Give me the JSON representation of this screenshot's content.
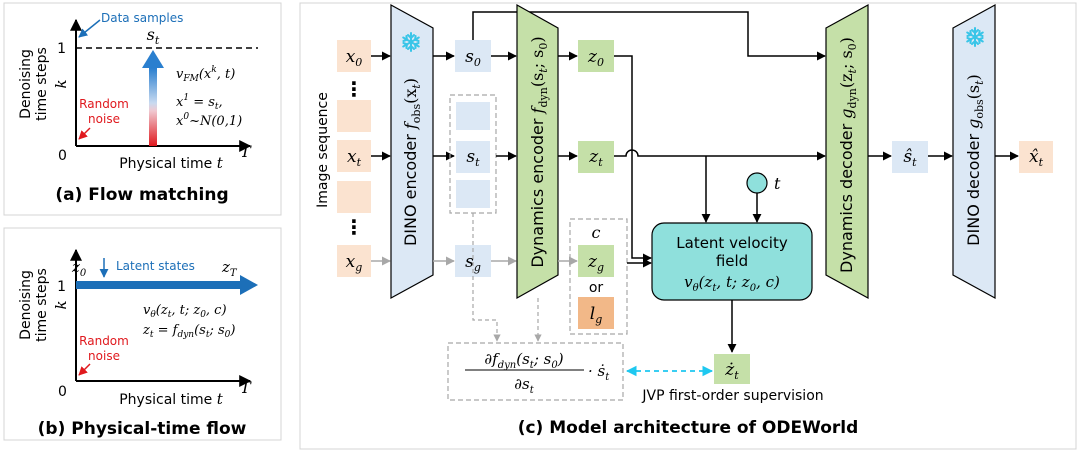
{
  "colors": {
    "orange_fill": "#fbe3d0",
    "blue_fill": "#dce8f5",
    "green_fill": "#c5e0a8",
    "teal_fill": "#8fe0dc",
    "lg_fill": "#f2b888",
    "panel_stroke": "#cfcfcf",
    "cyan_dashed": "#1ec8f0",
    "red": "#e0191e",
    "blue_arrow": "#1c6fb8",
    "snowflake": "#39c5e8"
  },
  "icons": [
    "snowflake-icon",
    "snowflake-icon"
  ],
  "panel_a": {
    "y_label_1": "Denoising",
    "y_label_2": "time steps",
    "y_label_k": "k",
    "data_samples": "Data samples",
    "s_t": "s",
    "s_t_sub": "t",
    "one": "1",
    "zero": "0",
    "T": "T",
    "v_fm": "v",
    "v_fm_sub": "FM",
    "v_fm_args": "(x",
    "v_fm_sup": "k",
    "v_fm_end": ", t)",
    "x1": "x",
    "x1_sup": "1",
    "x1_rest": " = s",
    "x1_sub": "t",
    "x1_comma": ",",
    "x0": "x",
    "x0_sup": "0",
    "x0_rest": "~N(0,1)",
    "random": "Random",
    "noise": "noise",
    "x_label": "Physical time ",
    "x_label_t": "t",
    "caption": "(a) Flow matching"
  },
  "panel_b": {
    "y_label_1": "Denoising",
    "y_label_2": "time steps",
    "y_label_k": "k",
    "z0": "z",
    "z0_sub": "0",
    "zT": "z",
    "zT_sub": "T",
    "latent_states": "Latent states",
    "one": "1",
    "zero": "0",
    "T": "T",
    "eq1": "v",
    "eq1_sub": "θ",
    "eq1_rest": "(z",
    "eq1_sub2": "t",
    "eq1_end": ", t; z",
    "eq1_sub3": "0",
    "eq1_tail": ", c)",
    "eq2": "z",
    "eq2_sub": "t",
    "eq2_mid": " = f",
    "eq2_sub2": "dyn",
    "eq2_rest": "(s",
    "eq2_sub3": "t",
    "eq2_tail": "; s",
    "eq2_sub4": "0",
    "eq2_close": ")",
    "random": "Random",
    "noise": "noise",
    "x_label": "Physical time ",
    "x_label_t": "t",
    "caption": "(b) Physical-time flow"
  },
  "panel_c": {
    "image_sequence": "Image sequence",
    "x0": "x",
    "x0_sub": "0",
    "xt": "x",
    "xt_sub": "t",
    "xg": "x",
    "xg_sub": "g",
    "dots": "⋮",
    "dino_enc": "DINO encoder ",
    "dino_enc_f": "f",
    "dino_enc_sub": "obs",
    "dino_enc_arg": "(x",
    "dino_enc_arg_sub": "t",
    "dino_enc_close": ")",
    "s0": "s",
    "s0_sub": "0",
    "st": "s",
    "st_sub": "t",
    "sg": "s",
    "sg_sub": "g",
    "dyn_enc": "Dynamics encoder ",
    "dyn_enc_f": "f",
    "dyn_enc_sub": "dyn",
    "dyn_enc_arg": "(s",
    "dyn_enc_arg_sub": "t",
    "dyn_enc_mid": "; s",
    "dyn_enc_mid_sub": "0",
    "dyn_enc_close": ")",
    "z0": "z",
    "z0_sub": "0",
    "zt": "z",
    "zt_sub": "t",
    "c": "c",
    "zg": "z",
    "zg_sub": "g",
    "or": "or",
    "lg": "l",
    "lg_sub": "g",
    "t_node": "t",
    "lvf_1": "Latent velocity",
    "lvf_2": "field",
    "lvf_eq": "v",
    "lvf_eq_sub": "θ",
    "lvf_eq_a": "(z",
    "lvf_eq_sub2": "t",
    "lvf_eq_b": ", t; z",
    "lvf_eq_sub3": "0",
    "lvf_eq_c": ", c)",
    "dyn_dec": "Dynamics decoder ",
    "dyn_dec_g": "g",
    "dyn_dec_sub": "dyn",
    "dyn_dec_arg": "(z",
    "dyn_dec_arg_sub": "t",
    "dyn_dec_mid": "; s",
    "dyn_dec_mid_sub": "0",
    "dyn_dec_close": ")",
    "shat": "ŝ",
    "shat_sub": "t",
    "dino_dec": "DINO decoder ",
    "dino_dec_g": "g",
    "dino_dec_sub": "obs",
    "dino_dec_arg": "(s",
    "dino_dec_arg_sub": "t",
    "dino_dec_close": ")",
    "xhat": "x̂",
    "xhat_sub": "t",
    "jac_num": "∂f",
    "jac_num_sub": "dyn",
    "jac_num_arg": "(s",
    "jac_num_arg_sub": "t",
    "jac_num_mid": "; s",
    "jac_num_mid_sub": "0",
    "jac_num_close": ")",
    "jac_den": "∂s",
    "jac_den_sub": "t",
    "jac_dot": "· ṡ",
    "jac_dot_sub": "t",
    "zdot": "ż",
    "zdot_sub": "t",
    "jvp_label": "JVP first-order supervision",
    "caption": "(c) Model architecture of ODEWorld"
  }
}
